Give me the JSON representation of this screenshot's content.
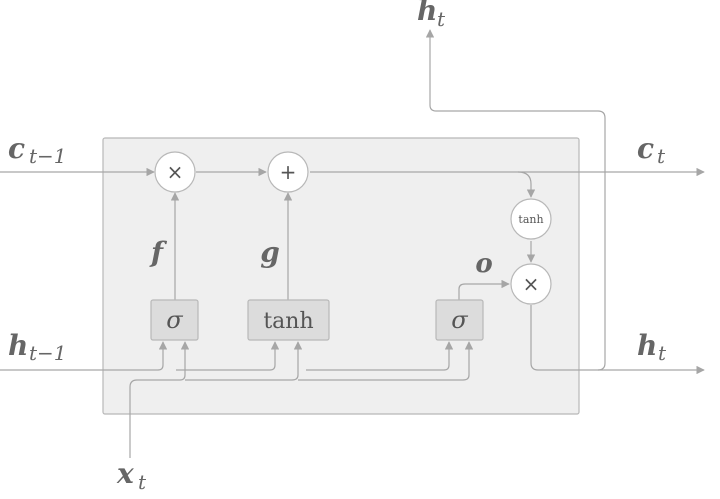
{
  "labels": {
    "c_prev": "c",
    "c_prev_sub": "t−1",
    "h_prev": "h",
    "h_prev_sub": "t−1",
    "x_in": "x",
    "x_in_sub": "t",
    "c_out": "c",
    "c_out_sub": "t",
    "h_out_right": "h",
    "h_out_right_sub": "t",
    "h_out_top": "h",
    "h_out_top_sub": "t"
  },
  "gates": {
    "forget": "σ",
    "candidate": "tanh",
    "output": "σ"
  },
  "gate_outputs": {
    "f": "f",
    "g": "g",
    "o": "o"
  },
  "ops": {
    "mult_forget": "×",
    "add": "+",
    "tanh_cell": "tanh",
    "mult_output": "×"
  },
  "colors": {
    "line": "#a6a6a6",
    "cell_fill": "#efefef",
    "gate_fill": "#dcdcdc",
    "text": "#666666"
  }
}
